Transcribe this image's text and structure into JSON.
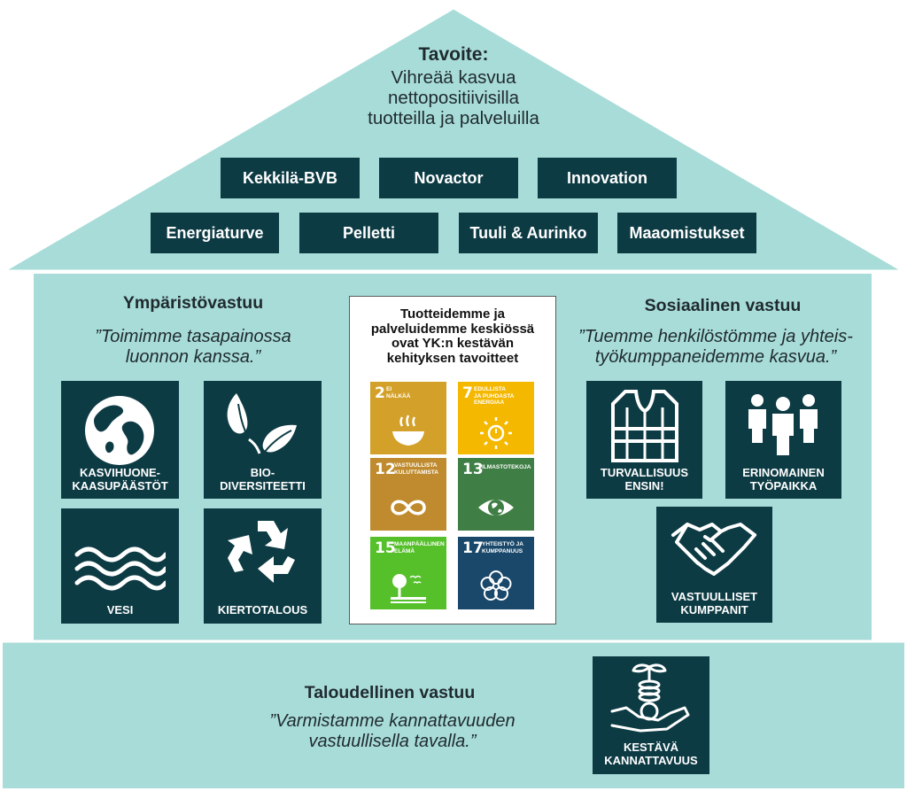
{
  "roof": {
    "goal_title": "Tavoite:",
    "goal_lines": [
      "Vihreää kasvua",
      "nettopositiivisilla",
      "tuotteilla ja palveluilla"
    ],
    "business_row1": [
      "Kekkilä-BVB",
      "Novactor",
      "Innovation"
    ],
    "business_row2": [
      "Energiaturve",
      "Pelletti",
      "Tuuli & Aurinko",
      "Maaomistukset"
    ]
  },
  "environment": {
    "title": "Ympäristövastuu",
    "quote_lines": [
      "”Toimimme tasapainossa",
      "luonnon kanssa.”"
    ],
    "tiles": [
      {
        "icon": "globe-icon",
        "label_lines": [
          "KASVIHUONE-",
          "KAASUPÄÄSTÖT"
        ]
      },
      {
        "icon": "leaves-icon",
        "label_lines": [
          "BIO-",
          "DIVERSITEETTI"
        ]
      },
      {
        "icon": "waves-icon",
        "label_lines": [
          "VESI"
        ]
      },
      {
        "icon": "recycle-icon",
        "label_lines": [
          "KIERTOTALOUS"
        ]
      }
    ]
  },
  "sdg": {
    "title_lines": [
      "Tuotteidemme ja",
      "palveluidemme keskiössä",
      "ovat YK:n kestävän",
      "kehityksen tavoitteet"
    ],
    "goals": [
      {
        "number": "2",
        "text_lines": [
          "EI",
          "NÄLKÄÄ"
        ],
        "color": "#d3a029",
        "icon": "bowl-icon"
      },
      {
        "number": "7",
        "text_lines": [
          "EDULLISTA",
          "JA PUHDASTA",
          "ENERGIAA"
        ],
        "color": "#f5b800",
        "icon": "sun-icon"
      },
      {
        "number": "12",
        "text_lines": [
          "VASTUULLISTA",
          "KULUTTAMISTA"
        ],
        "color": "#bf8b2e",
        "icon": "infinity-icon"
      },
      {
        "number": "13",
        "text_lines": [
          "ILMASTOTEKOJA"
        ],
        "color": "#3f7e44",
        "icon": "eye-globe-icon"
      },
      {
        "number": "15",
        "text_lines": [
          "MAANPÄÄLLINEN",
          "ELÄMÄ"
        ],
        "color": "#56c02b",
        "icon": "tree-birds-icon"
      },
      {
        "number": "17",
        "text_lines": [
          "YHTEISTYÖ JA",
          "KUMPPANUUS"
        ],
        "color": "#19486a",
        "icon": "flower-rings-icon"
      }
    ]
  },
  "social": {
    "title": "Sosiaalinen vastuu",
    "quote_lines": [
      "”Tuemme henkilöstömme ja yhteis-",
      "työkumppaneidemme kasvua.”"
    ],
    "tiles": [
      {
        "icon": "safety-vest-icon",
        "label_lines": [
          "TURVALLISUUS",
          "ENSIN!"
        ]
      },
      {
        "icon": "people-icon",
        "label_lines": [
          "ERINOMAINEN",
          "TYÖPAIKKA"
        ]
      },
      {
        "icon": "handshake-icon",
        "label_lines": [
          "VASTUULLISET",
          "KUMPPANIT"
        ]
      }
    ]
  },
  "economic": {
    "title": "Taloudellinen vastuu",
    "quote_lines": [
      "”Varmistamme kannattavuuden",
      "vastuullisella tavalla.”"
    ],
    "tile": {
      "icon": "hand-coins-plant-icon",
      "label_lines": [
        "KESTÄVÄ",
        "KANNATTAVUUS"
      ]
    }
  },
  "colors": {
    "house_fill": "#a8dcd8",
    "house_stroke": "#ffffff",
    "tile_dark": "#0d3b44"
  }
}
